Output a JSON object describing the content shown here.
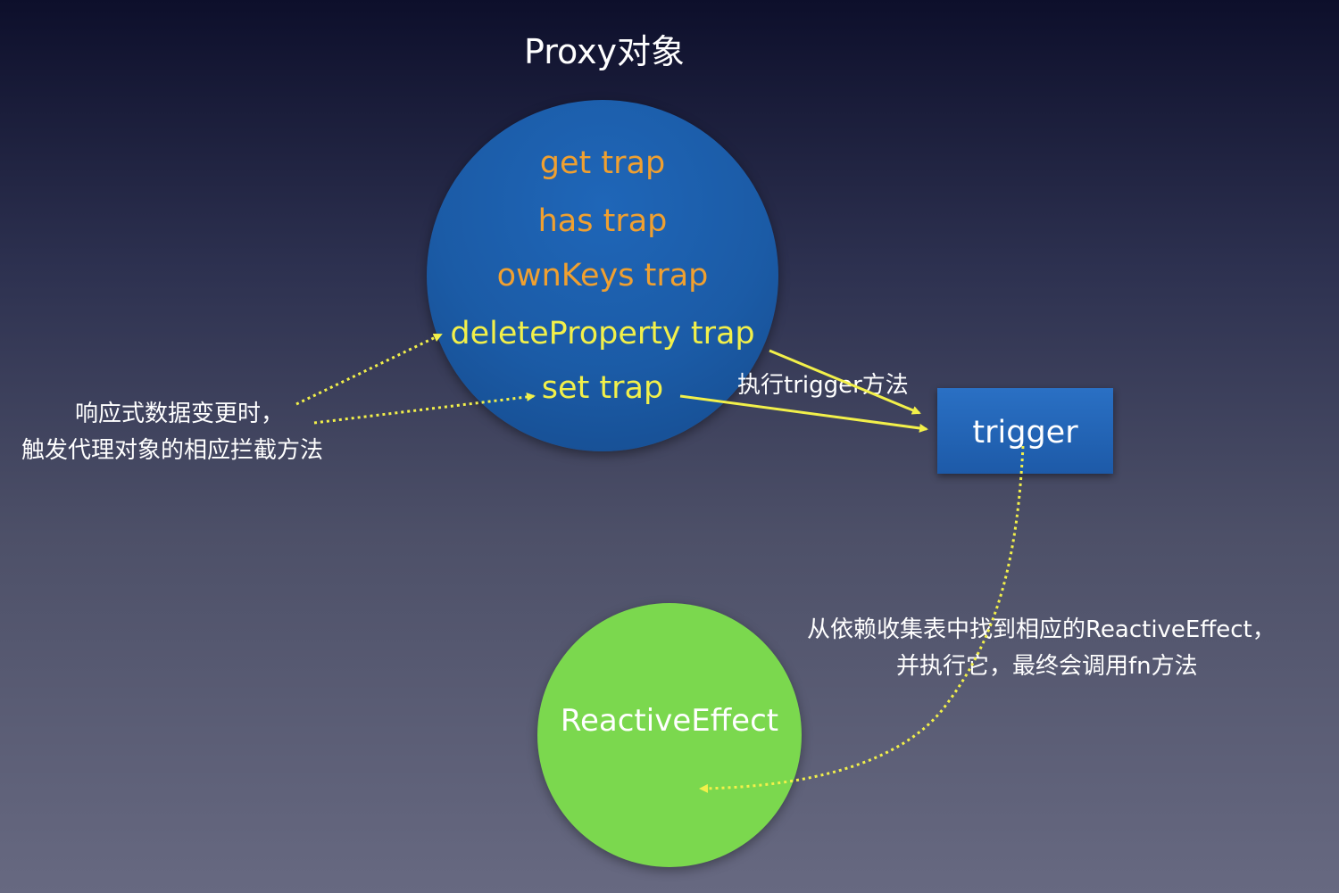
{
  "title": "Proxy对象",
  "proxy": {
    "traps": [
      {
        "label": "get trap",
        "color": "#f0a030"
      },
      {
        "label": "has trap",
        "color": "#f0a030"
      },
      {
        "label": "ownKeys trap",
        "color": "#f0a030"
      },
      {
        "label": "deleteProperty trap",
        "color": "#f2f04a"
      },
      {
        "label": "set trap",
        "color": "#f2f04a"
      }
    ],
    "circle_color": "#1b5ba6"
  },
  "trigger": {
    "label": "trigger",
    "box_color": "#1d5aa8"
  },
  "effect": {
    "label": "ReactiveEffect",
    "circle_color": "#7bd84e"
  },
  "notes": {
    "left_line1": "响应式数据变更时，",
    "left_line2": "触发代理对象的相应拦截方法",
    "top_trigger": "执行trigger方法",
    "right_line1": "从依赖收集表中找到相应的ReactiveEffect，",
    "right_line2": "并执行它，最终会调用fn方法"
  },
  "colors": {
    "arrow": "#f2f04a",
    "text": "#ffffff"
  }
}
